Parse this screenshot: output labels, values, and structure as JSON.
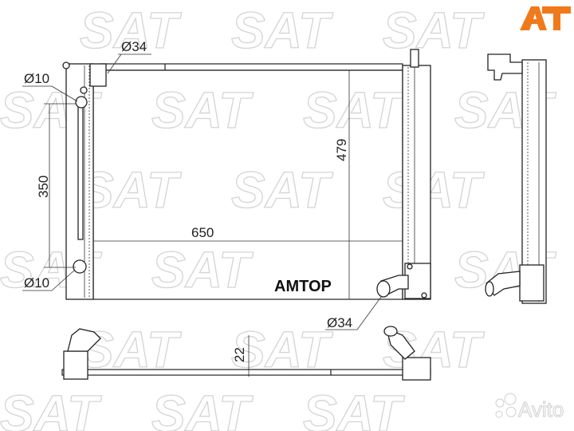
{
  "drawing": {
    "dimensions": {
      "top_inlet_diameter": "Ø34",
      "top_port_diameter": "Ø10",
      "height_left": "350",
      "bottom_port_diameter": "Ø10",
      "width": "650",
      "height": "479",
      "outlet_diameter": "Ø34",
      "thickness": "22"
    },
    "seller_label": "AMTOP",
    "watermark_text": "SAT",
    "logo_text": "AT",
    "logo_color": "#f07a1a",
    "avito_watermark": "Avito"
  }
}
